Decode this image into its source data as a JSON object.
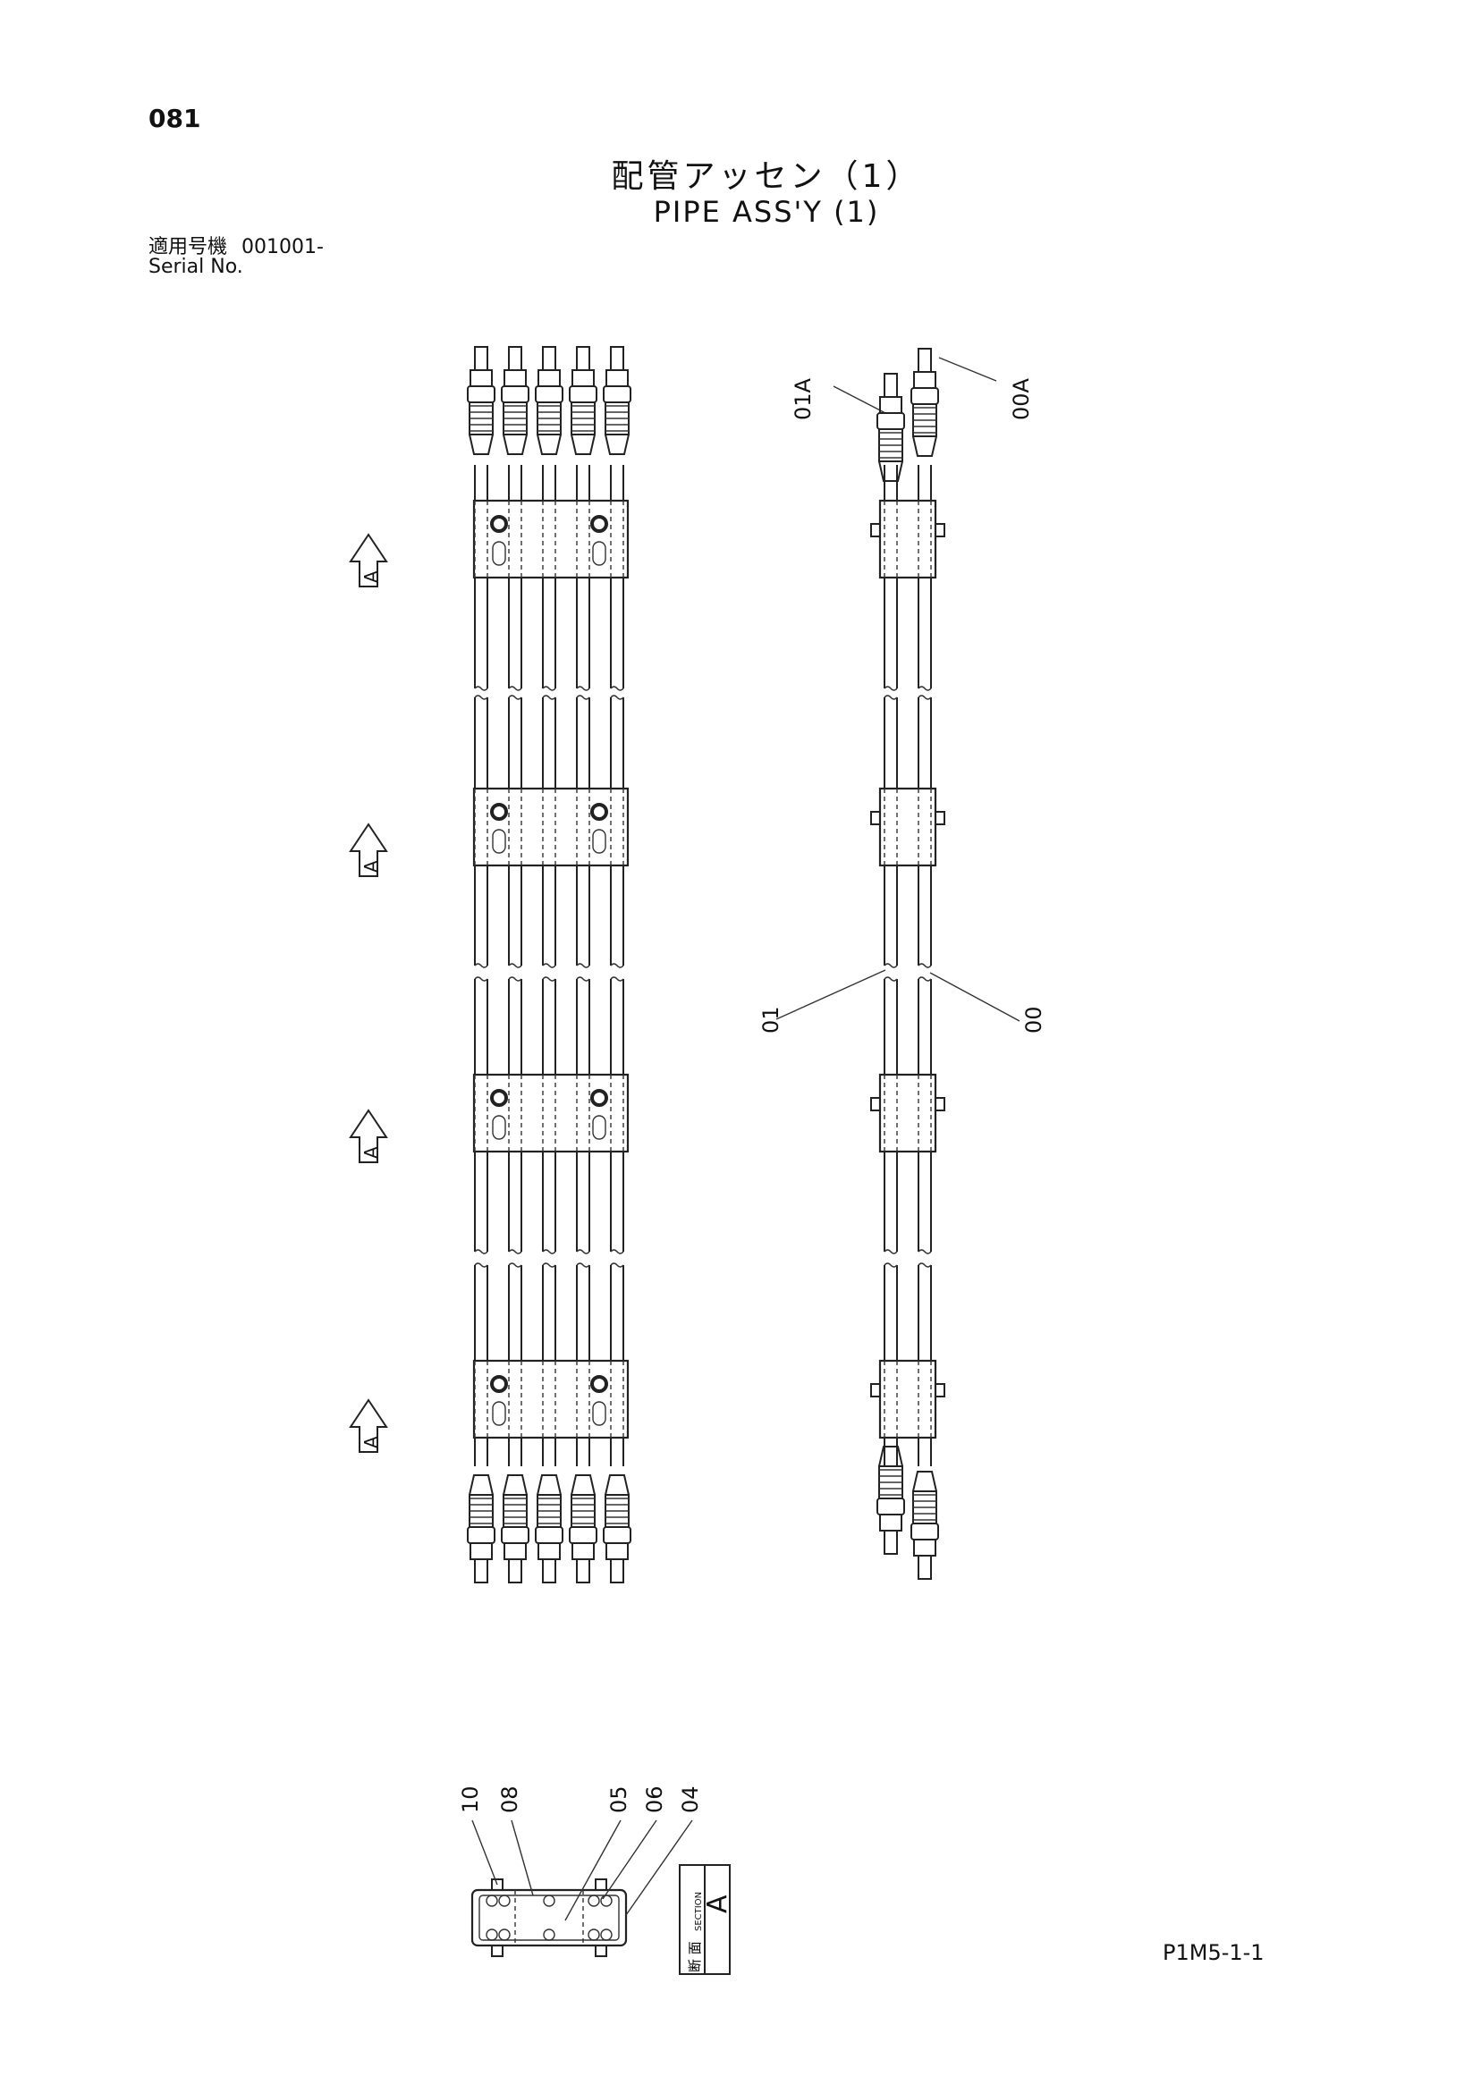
{
  "header": {
    "page_number": "081",
    "title_jp": "配管アッセン（1）",
    "title_en": "PIPE ASS'Y (1)",
    "serial_label_jp": "適用号機",
    "serial_value": "001001-",
    "serial_label_en": "Serial No."
  },
  "section_marker": {
    "letter": "A"
  },
  "callouts": {
    "side_top_left": "01A",
    "side_top_right": "00A",
    "side_mid_left": "01",
    "side_mid_right": "00"
  },
  "section_view": {
    "labels": [
      "10",
      "08",
      "05",
      "06",
      "04"
    ],
    "box_jp": "断 面",
    "box_en": "SECTION",
    "box_letter": "A"
  },
  "footer": {
    "doc_code": "P1M5-1-1"
  }
}
